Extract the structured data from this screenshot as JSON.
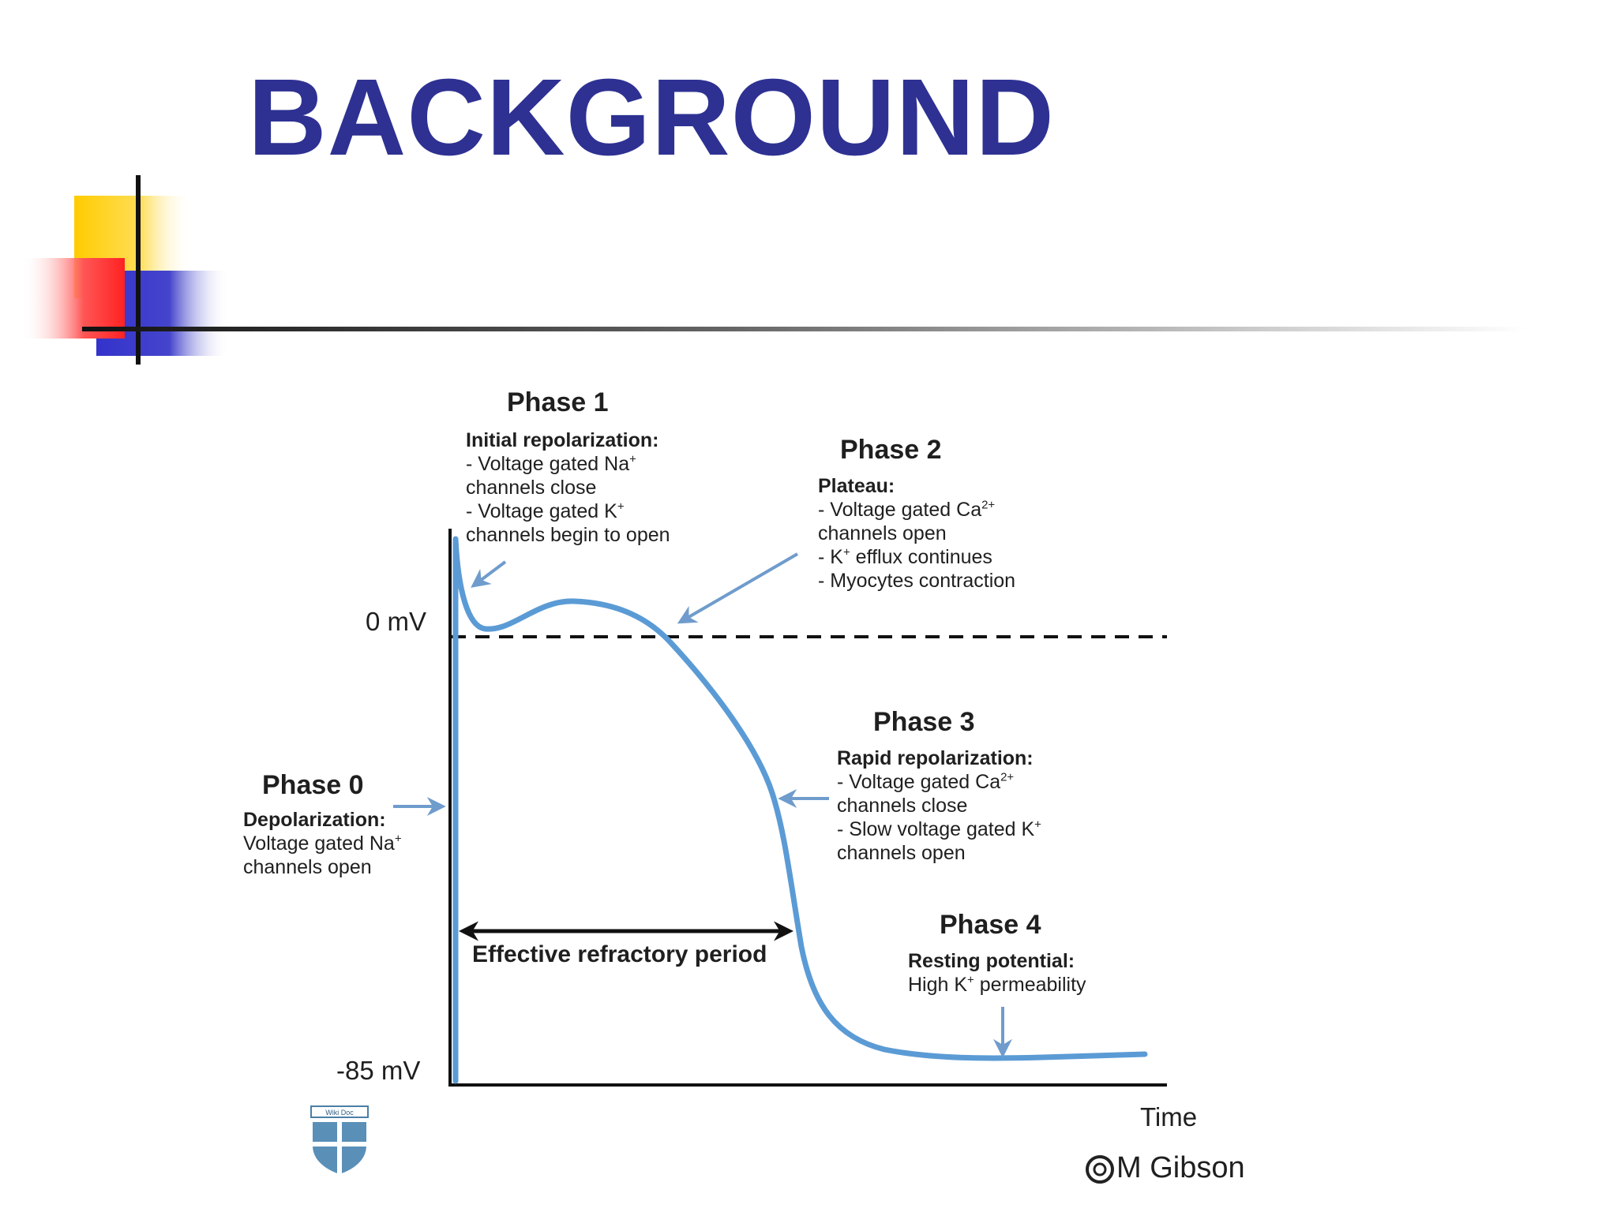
{
  "slide": {
    "title": "BACKGROUND"
  },
  "diagram": {
    "y_axis": {
      "top_label": "0 mV",
      "bottom_label": "-85 mV"
    },
    "x_axis": {
      "label": "Time"
    },
    "phase0": {
      "title": "Phase 0",
      "subtitle": "Depolarization:",
      "lines": [
        "Voltage gated Na+",
        "channels open"
      ]
    },
    "phase1": {
      "title": "Phase 1",
      "subtitle": "Initial repolarization:",
      "lines": [
        "- Voltage gated Na+",
        "channels close",
        "- Voltage gated K+",
        "channels begin to open"
      ]
    },
    "phase2": {
      "title": "Phase 2",
      "subtitle": "Plateau:",
      "lines": [
        "- Voltage gated Ca2+",
        "channels open",
        "- K+ efflux continues",
        "- Myocytes contraction"
      ]
    },
    "phase3": {
      "title": "Phase 3",
      "subtitle": "Rapid repolarization:",
      "lines": [
        "- Voltage gated Ca2+",
        "channels close",
        "- Slow voltage gated K+",
        "channels open"
      ]
    },
    "phase4": {
      "title": "Phase 4",
      "subtitle": "Resting potential:",
      "lines": [
        "High K+ permeability"
      ]
    },
    "refractory_label": "Effective refractory period",
    "credit": "M Gibson",
    "logo_text": "Wiki Doc",
    "colors": {
      "curve": "#5b9bd5",
      "arrow": "#6f9ccc",
      "title": "#2e3192"
    }
  }
}
